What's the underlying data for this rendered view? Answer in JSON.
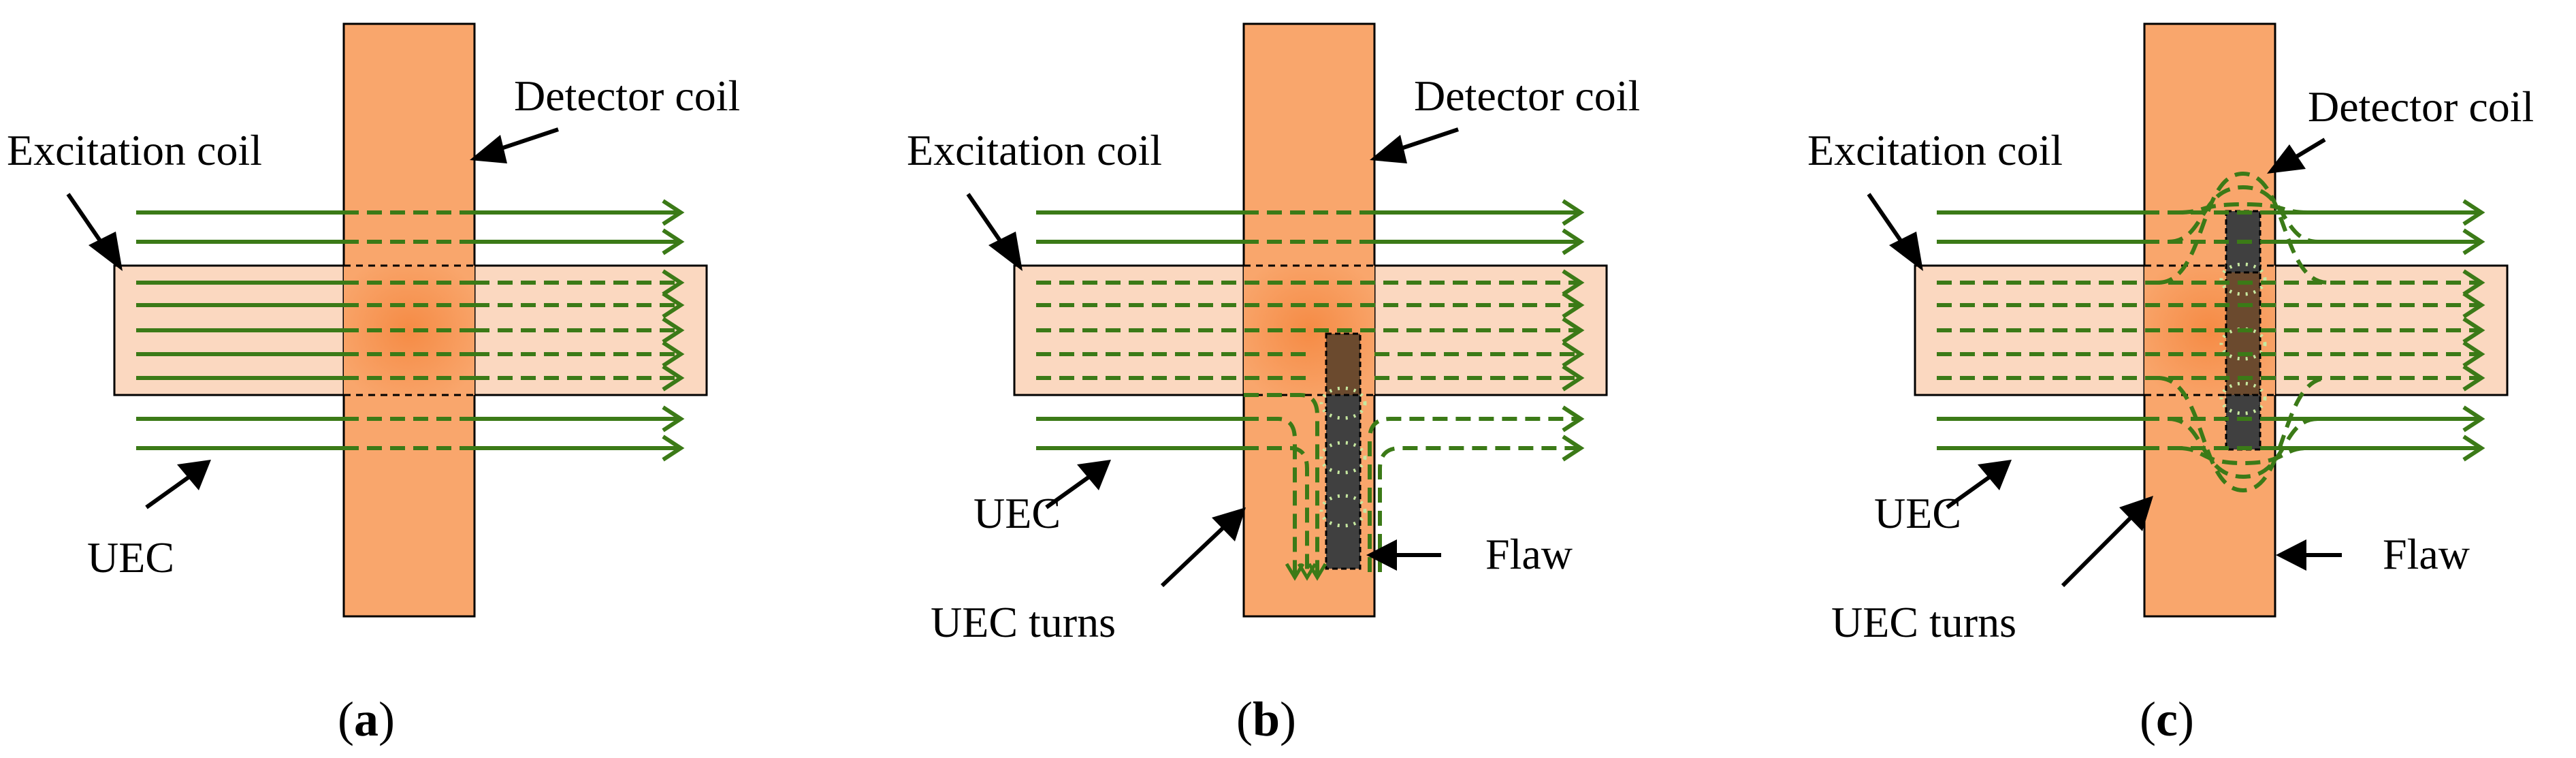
{
  "colors": {
    "excitation_coil": "#fbd8c0",
    "detector_coil": "#f9a66c",
    "overlap": "#f79a5a",
    "uec_line": "#3b7a17",
    "flaw_dark": "#404040",
    "flaw_brown": "#6b4a2e",
    "outline": "#000000"
  },
  "panels": [
    {
      "id": "a",
      "labels": {
        "excitation_coil": "Excitation coil",
        "detector_coil": "Detector coil",
        "uec": "UEC"
      },
      "caption": {
        "open": "(",
        "letter": "a",
        "close": ")"
      }
    },
    {
      "id": "b",
      "labels": {
        "excitation_coil": "Excitation coil",
        "detector_coil": "Detector coil",
        "uec": "UEC",
        "uec_turns": "UEC turns",
        "flaw": "Flaw"
      },
      "caption": {
        "open": "(",
        "letter": "b",
        "close": ")"
      }
    },
    {
      "id": "c",
      "labels": {
        "excitation_coil": "Excitation coil",
        "detector_coil": "Detector coil",
        "uec": "UEC",
        "uec_turns": "UEC turns",
        "flaw": "Flaw"
      },
      "caption": {
        "open": "(",
        "letter": "c",
        "close": ")"
      }
    }
  ]
}
